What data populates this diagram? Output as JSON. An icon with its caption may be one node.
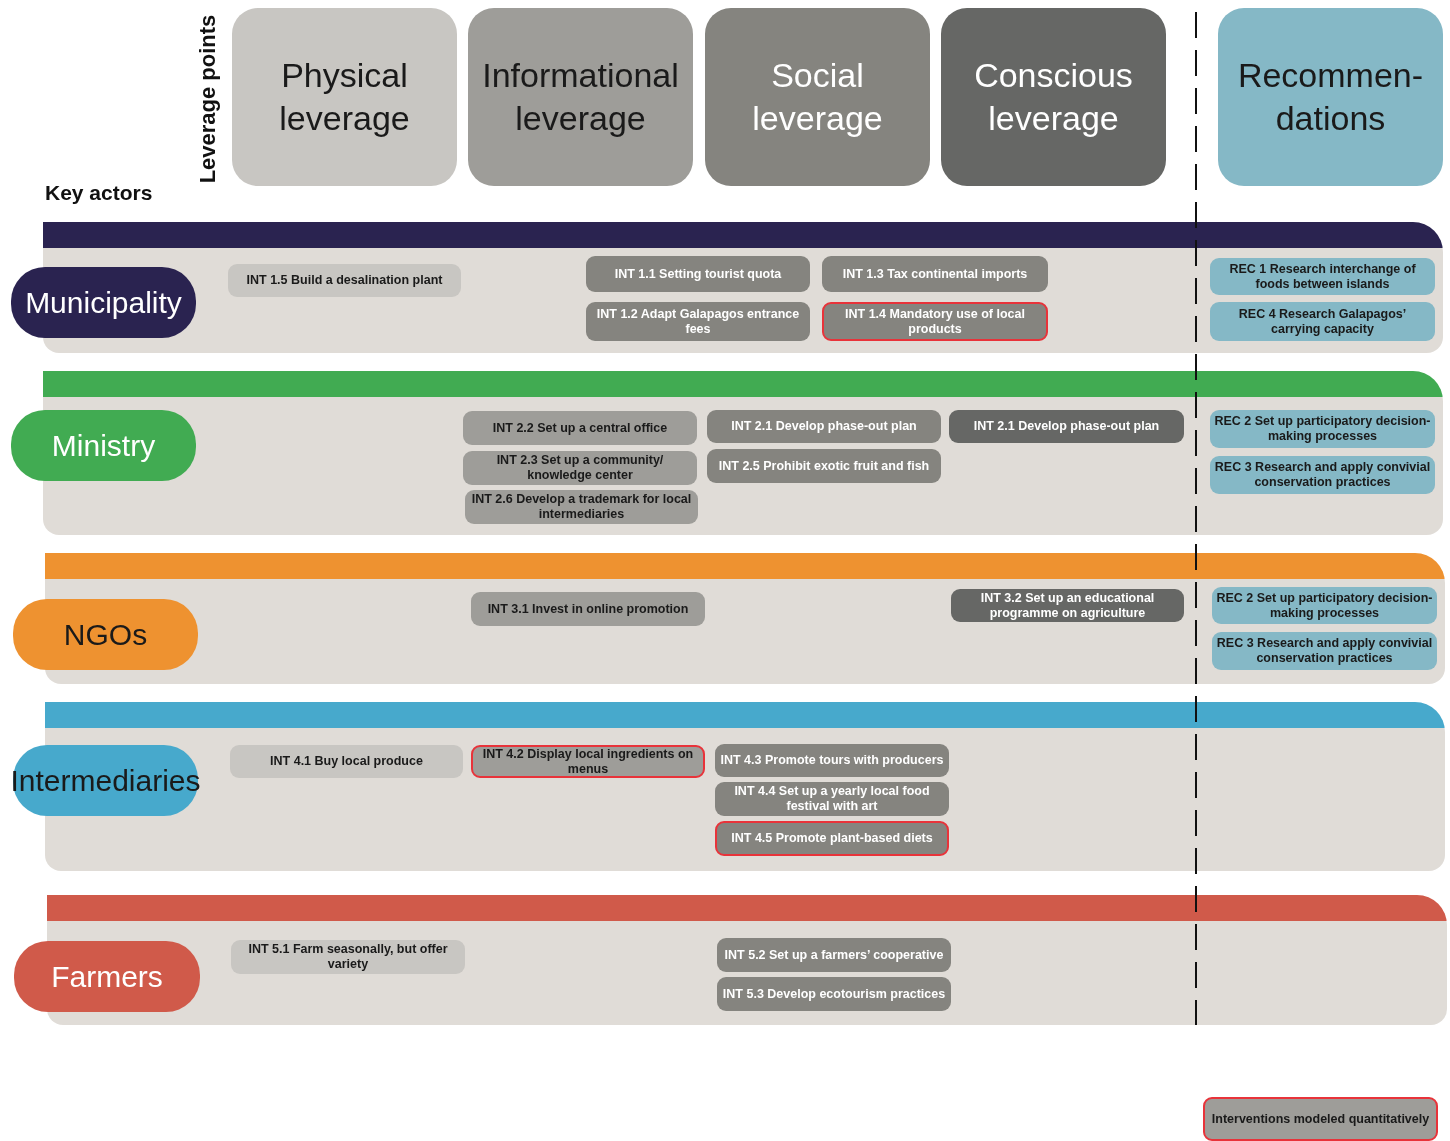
{
  "diagram": {
    "nodes": [
      {
        "text": [
          "Physical leverage"
        ]
      },
      {
        "text": [
          "Informational leverage"
        ]
      },
      {
        "text": [
          "Social leverage"
        ]
      },
      {
        "text": [
          "Conscious leverage"
        ]
      },
      {
        "text": [
          "Recommen- dations"
        ]
      },
      {
        "text": [
          "Municipality"
        ]
      },
      {
        "text": [],
        "shape": "band"
      },
      {
        "text": [
          "INT 1.5 Build a desalination plant"
        ],
        "in": 6
      },
      {
        "text": [
          "INT 1.1 Setting tourist quota"
        ],
        "in": 6
      },
      {
        "text": [
          "INT 1.3 Tax continental imports"
        ],
        "in": 6
      },
      {
        "text": [
          "REC 1 Research interchange of foods between islands"
        ],
        "in": 6
      },
      {
        "text": [
          "INT 1.2 Adapt Galapagos entrance fees"
        ],
        "in": 6
      },
      {
        "text": [
          "INT 1.4 Mandatory use of local products"
        ],
        "in": 6
      },
      {
        "text": [
          "REC 4 Research Galapagos’ carrying capacity"
        ],
        "in": 6
      },
      {
        "text": [
          "Ministry"
        ]
      },
      {
        "text": [],
        "shape": "band"
      },
      {
        "text": [
          "INT 2.2 Set up a central office"
        ],
        "in": 15
      },
      {
        "text": [
          "INT 2.1 Develop phase-out plan"
        ],
        "in": 15
      },
      {
        "text": [
          "INT 2.1 Develop phase-out plan"
        ],
        "in": 15
      },
      {
        "text": [
          "REC 2 Set up participatory decision-making processes"
        ],
        "in": 15
      },
      {
        "text": [
          "INT 2.3 Set up a community/ knowledge center"
        ],
        "in": 15
      },
      {
        "text": [
          "INT 2.5 Prohibit exotic fruit and fish"
        ],
        "in": 15
      },
      {
        "text": [
          "REC 3 Research and apply convivial conservation practices"
        ],
        "in": 15
      },
      {
        "text": [
          "INT 2.6 Develop a trademark for local intermediaries"
        ],
        "in": 15
      },
      {
        "text": [
          "NGOs"
        ]
      },
      {
        "text": [],
        "shape": "band"
      },
      {
        "text": [
          "INT 3.1 Invest in online promotion"
        ],
        "in": 25
      },
      {
        "text": [
          "INT 3.2 Set up an educational programme on agriculture"
        ],
        "in": 25
      },
      {
        "text": [
          "REC 2 Set up participatory decision-making processes"
        ],
        "in": 25
      },
      {
        "text": [
          "REC 3 Research and apply convivial conservation practices"
        ],
        "in": 25
      },
      {
        "text": [
          "Intermediaries"
        ]
      },
      {
        "text": [],
        "shape": "band"
      },
      {
        "text": [
          "INT 4.1 Buy local produce"
        ],
        "in": 31
      },
      {
        "text": [
          "INT 4.2 Display local ingredients on menus"
        ],
        "in": 31
      },
      {
        "text": [
          "INT 4.3 Promote tours with producers"
        ],
        "in": 31
      },
      {
        "text": [
          "INT 4.4 Set up a yearly local food festival with art"
        ],
        "in": 31
      },
      {
        "text": [
          "INT 4.5 Promote plant-based diets"
        ],
        "in": 31
      },
      {
        "text": [
          "Farmers"
        ]
      },
      {
        "text": [],
        "shape": "band"
      },
      {
        "text": [
          "INT 5.1 Farm seasonally, but offer variety"
        ],
        "in": 38
      },
      {
        "text": [
          "INT 5.2 Set up a farmers’ cooperative"
        ],
        "in": 38
      },
      {
        "text": [
          "INT 5.3 Develop ecotourism practices"
        ],
        "in": 38
      }
    ],
    "labels": [
      "Leverage points",
      "Key actors"
    ],
    "legend": [
      {
        "text": "Interventions modeled quantitatively"
      }
    ]
  }
}
